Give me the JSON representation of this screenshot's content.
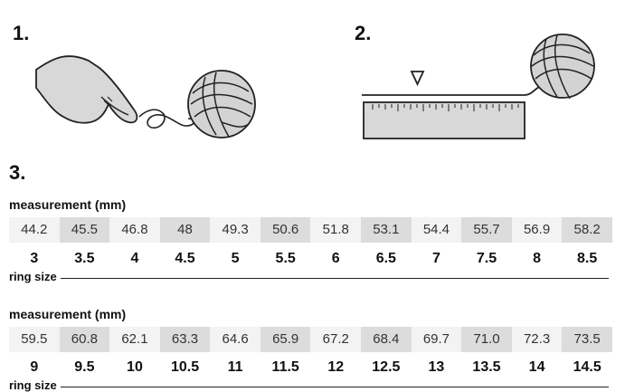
{
  "steps": {
    "step1": "1.",
    "step2": "2.",
    "step3": "3."
  },
  "icons": {
    "hand": "pointing-hand-icon",
    "yarn": "yarn-ball-icon",
    "ruler": "ruler-icon",
    "marker": "triangle-marker-icon"
  },
  "tables": [
    {
      "measurement_label": "measurement (mm)",
      "measurements": [
        "44.2",
        "45.5",
        "46.8",
        "48",
        "49.3",
        "50.6",
        "51.8",
        "53.1",
        "54.4",
        "55.7",
        "56.9",
        "58.2"
      ],
      "sizes": [
        "3",
        "3.5",
        "4",
        "4.5",
        "5",
        "5.5",
        "6",
        "6.5",
        "7",
        "7.5",
        "8",
        "8.5"
      ],
      "ring_size_label": "ring size"
    },
    {
      "measurement_label": "measurement (mm)",
      "measurements": [
        "59.5",
        "60.8",
        "62.1",
        "63.3",
        "64.6",
        "65.9",
        "67.2",
        "68.4",
        "69.7",
        "71.0",
        "72.3",
        "73.5"
      ],
      "sizes": [
        "9",
        "9.5",
        "10",
        "10.5",
        "11",
        "11.5",
        "12",
        "12.5",
        "13",
        "13.5",
        "14",
        "14.5"
      ],
      "ring_size_label": "ring size"
    }
  ]
}
